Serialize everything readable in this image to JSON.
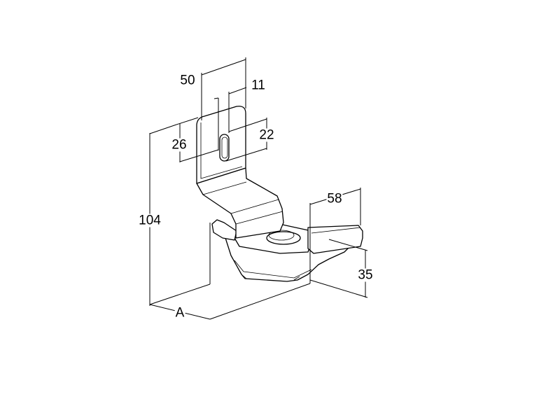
{
  "drawing": {
    "dimensions": {
      "width_top": "50",
      "slot_width": "11",
      "slot_offset": "26",
      "slot_length": "22",
      "height": "104",
      "depth": "A",
      "base_width": "58",
      "base_height": "35"
    }
  }
}
